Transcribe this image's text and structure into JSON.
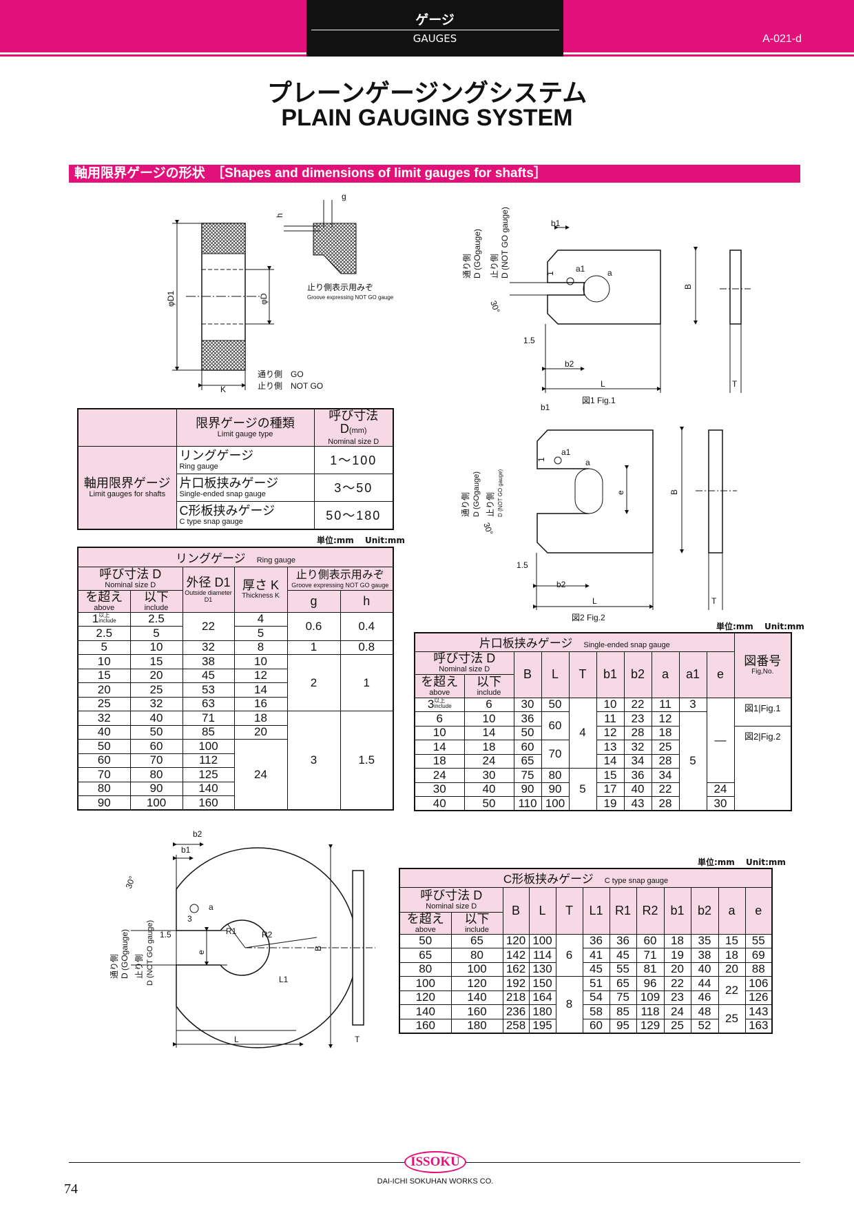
{
  "header": {
    "category_jp": "ゲージ",
    "category_en": "GAUGES",
    "page_code": "A-021-d"
  },
  "title": {
    "jp": "プレーンゲージングシステム",
    "en": "PLAIN GAUGING SYSTEM"
  },
  "section": {
    "label": "軸用限界ゲージの形状　［Shapes and dimensions of limit gauges for shafts］"
  },
  "ring_drawing": {
    "h": "h",
    "g": "g",
    "phiD1": "φD1",
    "phiD": "φD",
    "K": "K",
    "groove_jp": "止り側表示用みぞ",
    "groove_en": "Groove expressing NOT GO gauge",
    "go": "通り側　GO",
    "notgo": "止り側　NOT GO"
  },
  "fig1": {
    "b1": "b1",
    "a1": "a1",
    "a": "a",
    "B": "B",
    "one": "1",
    "angle": "30°",
    "d15": "1.5",
    "b2": "b2",
    "L": "L",
    "T": "T",
    "go_jp": "通り側",
    "go_en": "D (GOgauge)",
    "notgo_jp": "止り側",
    "notgo_en": "D (NOT GO gauge)",
    "caption": "図1  Fig.1"
  },
  "fig2": {
    "b1": "b1",
    "a1": "a1",
    "a": "a",
    "e": "e",
    "B": "B",
    "one": "1",
    "angle": "30°",
    "d15": "1.5",
    "b2": "b2",
    "L": "L",
    "T": "T",
    "go_jp": "通り側",
    "go_en": "D (GOgauge)",
    "notgo_jp": "止り側",
    "notgo_en": "D (NOT GO gauge)",
    "caption": "図2  Fig.2"
  },
  "c_drawing": {
    "b2": "b2",
    "b1": "b1",
    "angle": "30°",
    "a": "a",
    "three": "3",
    "d15": "1.5",
    "R1": "R1",
    "R2": "R2",
    "e": "e",
    "B": "B",
    "L1": "L1",
    "L": "L",
    "T": "T",
    "go_jp": "通り側",
    "go_en": "D (GOgauge)",
    "notgo_jp": "止り側",
    "notgo_en": "D (NOT GO gauge)"
  },
  "type_table": {
    "head_type_jp": "限界ゲージの種類",
    "head_type_en": "Limit gauge type",
    "head_size_jp": "呼び寸法 D",
    "head_size_unit": "(mm)",
    "head_size_en": "Nominal size  D",
    "group_jp": "軸用限界ゲージ",
    "group_en": "Limit gauges for shafts",
    "rows": [
      {
        "jp": "リングゲージ",
        "en": "Ring gauge",
        "range": "1～100"
      },
      {
        "jp": "片口板挟みゲージ",
        "en": "Single-ended snap gauge",
        "range": "3～50"
      },
      {
        "jp": "C形板挟みゲージ",
        "en": "C type snap gauge",
        "range": "50～180"
      }
    ]
  },
  "unit_label": "単位:mm　 Unit:mm",
  "common": {
    "nominal_jp": "呼び寸法 D",
    "nominal_en": "Nominal size  D",
    "above_jp": "を超え",
    "above_en": "above",
    "include_jp": "以下",
    "include_en": "include",
    "first_note_jp": "以上",
    "first_note_en": "include"
  },
  "ring_table": {
    "title_jp": "リングゲージ",
    "title_en": "Ring gauge",
    "d1_jp": "外径 D1",
    "d1_en": "Outside diameter D1",
    "k_jp": "厚さ K",
    "k_en": "Thickness K",
    "groove_jp": "止り側表示用みぞ",
    "groove_en": "Groove expressing NOT GO gauge",
    "g": "g",
    "h": "h",
    "rows": [
      [
        "1",
        "2.5",
        "22",
        "4",
        "0.6",
        "0.4"
      ],
      [
        "2.5",
        "5",
        null,
        "5",
        null,
        null
      ],
      [
        "5",
        "10",
        "32",
        "8",
        "1",
        "0.8"
      ],
      [
        "10",
        "15",
        "38",
        "10",
        "2",
        "1"
      ],
      [
        "15",
        "20",
        "45",
        "12",
        null,
        null
      ],
      [
        "20",
        "25",
        "53",
        "14",
        null,
        null
      ],
      [
        "25",
        "32",
        "63",
        "16",
        null,
        null
      ],
      [
        "32",
        "40",
        "71",
        "18",
        "3",
        "1.5"
      ],
      [
        "40",
        "50",
        "85",
        "20",
        null,
        null
      ],
      [
        "50",
        "60",
        "100",
        "24",
        null,
        null
      ],
      [
        "60",
        "70",
        "112",
        null,
        null,
        null
      ],
      [
        "70",
        "80",
        "125",
        null,
        null,
        null
      ],
      [
        "80",
        "90",
        "140",
        null,
        null,
        null
      ],
      [
        "90",
        "100",
        "160",
        null,
        null,
        null
      ]
    ]
  },
  "snap_table": {
    "title_jp": "片口板挟みゲージ",
    "title_en": "Single-ended snap gauge",
    "cols": [
      "B",
      "L",
      "T",
      "b1",
      "b2",
      "a",
      "a1",
      "e"
    ],
    "fig_jp": "図番号",
    "fig_en": "Fig,No.",
    "rows": [
      [
        "3",
        "6",
        "30",
        "50",
        "4",
        "10",
        "22",
        "11",
        "3",
        "—",
        "図1|Fig.1"
      ],
      [
        "6",
        "10",
        "36",
        "60",
        null,
        "11",
        "23",
        "12",
        "5",
        null,
        null
      ],
      [
        "10",
        "14",
        "50",
        null,
        null,
        "12",
        "28",
        "18",
        null,
        null,
        "図2|Fig.2"
      ],
      [
        "14",
        "18",
        "60",
        "70",
        null,
        "13",
        "32",
        "25",
        null,
        null,
        null
      ],
      [
        "18",
        "24",
        "65",
        null,
        null,
        "14",
        "34",
        "28",
        null,
        null,
        null
      ],
      [
        "24",
        "30",
        "75",
        "80",
        "5",
        "15",
        "36",
        "34",
        null,
        null,
        null
      ],
      [
        "30",
        "40",
        "90",
        "90",
        null,
        "17",
        "40",
        "22",
        null,
        "24",
        null
      ],
      [
        "40",
        "50",
        "110",
        "100",
        null,
        "19",
        "43",
        "28",
        null,
        "30",
        null
      ]
    ]
  },
  "c_table": {
    "title_jp": "C形板挟みゲージ",
    "title_en": "C type snap gauge",
    "cols": [
      "B",
      "L",
      "T",
      "L1",
      "R1",
      "R2",
      "b1",
      "b2",
      "a",
      "e"
    ],
    "rows": [
      [
        "50",
        "65",
        "120",
        "100",
        "6",
        "36",
        "36",
        "60",
        "18",
        "35",
        "15",
        "55"
      ],
      [
        "65",
        "80",
        "142",
        "114",
        null,
        "41",
        "45",
        "71",
        "19",
        "38",
        "18",
        "69"
      ],
      [
        "80",
        "100",
        "162",
        "130",
        null,
        "45",
        "55",
        "81",
        "20",
        "40",
        "20",
        "88"
      ],
      [
        "100",
        "120",
        "192",
        "150",
        "8",
        "51",
        "65",
        "96",
        "22",
        "44",
        "22",
        "106"
      ],
      [
        "120",
        "140",
        "218",
        "164",
        null,
        "54",
        "75",
        "109",
        "23",
        "46",
        null,
        "126"
      ],
      [
        "140",
        "160",
        "236",
        "180",
        null,
        "58",
        "85",
        "118",
        "24",
        "48",
        "25",
        "143"
      ],
      [
        "160",
        "180",
        "258",
        "195",
        null,
        "60",
        "95",
        "129",
        "25",
        "52",
        null,
        "163"
      ]
    ]
  },
  "footer": {
    "logo": "ISSOKU",
    "company": "DAI-ICHI SOKUHAN WORKS CO.",
    "page_number": "74"
  },
  "colors": {
    "brand": "#e2117a",
    "header_cell": "#f7d9e6"
  }
}
